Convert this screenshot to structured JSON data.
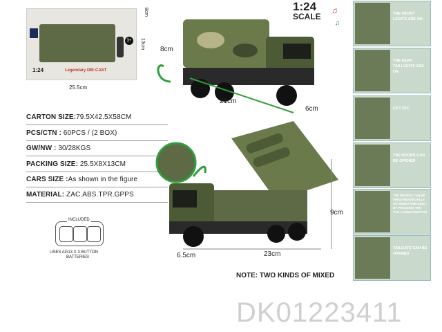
{
  "box": {
    "scale_label": "1:24",
    "series_label": "Legendary DIE-CAST",
    "age_label": "3+",
    "dim_height": "8cm",
    "dim_depth": "13cm",
    "dim_width": "25.5cm"
  },
  "header": {
    "scale_ratio": "1:24",
    "scale_word": "SCALE"
  },
  "truck_dimensions": {
    "height": "8cm",
    "length": "21cm",
    "width": "6cm"
  },
  "launcher_dimensions": {
    "height": "9cm",
    "length": "23cm",
    "width": "6.5cm"
  },
  "specs": [
    {
      "label": "CARTON SIZE:",
      "value": "79.5X42.5X58CM"
    },
    {
      "label": "PCS/CTN :",
      "value": " 60PCS / (2 BOX)"
    },
    {
      "label": "GW/NW :",
      "value": " 30/28KGS"
    },
    {
      "label": "PACKING SIZE:",
      "value": " 25.5X8X13CM"
    },
    {
      "label": "CARS SIZE :",
      "value": "As shown in the figure"
    },
    {
      "label": "MATERIAL:",
      "value": "  ZAC.ABS.TPR.GPPS"
    }
  ],
  "battery": {
    "title": "INCLUDED",
    "note_line1": "USES AG13 X 3 BUTTON",
    "note_line2": "BATTERIES"
  },
  "features": [
    {
      "text": "THE FRONT LIGHTS ARE ON"
    },
    {
      "text": "THE REAR TAILLIGHTS ARE ON"
    },
    {
      "text": "LIFT OFF"
    },
    {
      "text": "THE DOORS CAN BE OPENED"
    },
    {
      "text": "THE MISSILE CAN BE FIRED INDIVIDUALLY OR SIMULTANEOUSLY BY PRESSING THE TAIL LAUNCH BUTTON"
    },
    {
      "text": "TAILGATE CAN BE OPENED"
    }
  ],
  "note": "NOTE: TWO KINDS OF MIXED",
  "product_code": "DK01223411",
  "colors": {
    "camo_dark": "#3f4a2e",
    "camo_mid": "#6b7a4a",
    "camo_light": "#b8b48a",
    "panel_bg": "#c9d9cc",
    "accent_green": "#2e9e3e"
  }
}
